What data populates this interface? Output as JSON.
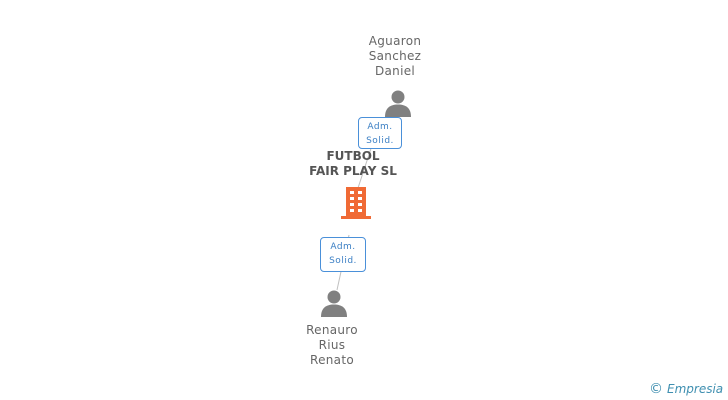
{
  "nodes": {
    "top_person": {
      "name_lines": [
        "Aguaron",
        "Sanchez",
        "Daniel"
      ]
    },
    "company": {
      "name_lines": [
        "FUTBOL",
        "FAIR PLAY SL"
      ]
    },
    "bottom_person": {
      "name_lines": [
        "Renauro",
        "Rius",
        "Renato"
      ]
    }
  },
  "edges": {
    "top": {
      "label_lines": [
        "Adm.",
        "Solid."
      ]
    },
    "bottom": {
      "label_lines": [
        "Adm.",
        "Solid."
      ]
    }
  },
  "footer": {
    "copyright_symbol": "©",
    "brand": "Empresia"
  },
  "colors": {
    "company_icon": "#f06a35",
    "person_icon": "#808080",
    "badge_border": "#4a90d9",
    "line": "#c0c0c0"
  },
  "icons": {
    "person": "person-icon",
    "company": "building-icon"
  }
}
